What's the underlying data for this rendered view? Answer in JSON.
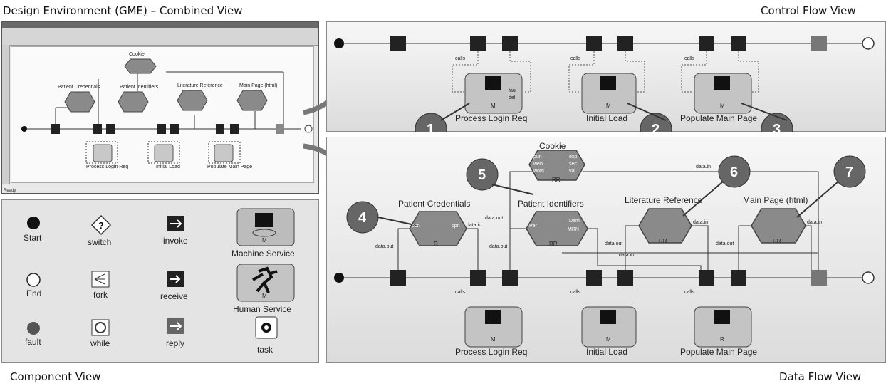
{
  "captions": {
    "top_left": "Design Environment (GME) – Combined View",
    "top_right": "Control Flow View",
    "bottom_left": "Component View",
    "bottom_right": "Data Flow View"
  },
  "gme": {
    "status_left": "Ready",
    "labels": {
      "cookie": "Cookie",
      "patient_credentials": "Patient Credentials",
      "patient_identifiers": "Patient Identifiers",
      "literature_reference": "Literature Reference",
      "main_page": "Main Page (html)",
      "process_login": "Process Login Req",
      "initial_load": "Initial Load",
      "populate_main": "Populate Main Page"
    }
  },
  "components": {
    "start": "Start",
    "end": "End",
    "fault": "fault",
    "switch": "switch",
    "fork": "fork",
    "while": "while",
    "invoke": "invoke",
    "receive": "receive",
    "reply": "reply",
    "machine_service": "Machine Service",
    "human_service": "Human Service",
    "task": "task",
    "m_badge": "M"
  },
  "control_flow": {
    "services": [
      "Process Login Req",
      "Initial Load",
      "Populate Main Page"
    ],
    "badges": [
      "1",
      "2",
      "3"
    ],
    "calls": "calls",
    "port_fau": "fau",
    "port_del": "del",
    "m_badge": "M"
  },
  "data_flow": {
    "cookie": "Cookie",
    "patient_credentials": "Patient Credentials",
    "patient_identifiers": "Patient Identifiers",
    "literature_reference": "Literature Reference",
    "main_page": "Main Page (html)",
    "services": [
      "Process Login Req",
      "Initial Load",
      "Populate Main Page"
    ],
    "service_badges": [
      "M",
      "M",
      "R"
    ],
    "badges": [
      "4",
      "5",
      "6",
      "7"
    ],
    "data_in": "data.in",
    "data_out": "data.out",
    "calls": "calls",
    "rr": "RR",
    "r": "R",
    "ports": {
      "ppn": "ppn",
      "per": "Per",
      "dem": "Dem",
      "mrn": "MRN",
      "exp": "exp",
      "sec": "sec",
      "val": "val",
      "pun": "pun",
      "web": "web",
      "wom": "wom"
    }
  }
}
